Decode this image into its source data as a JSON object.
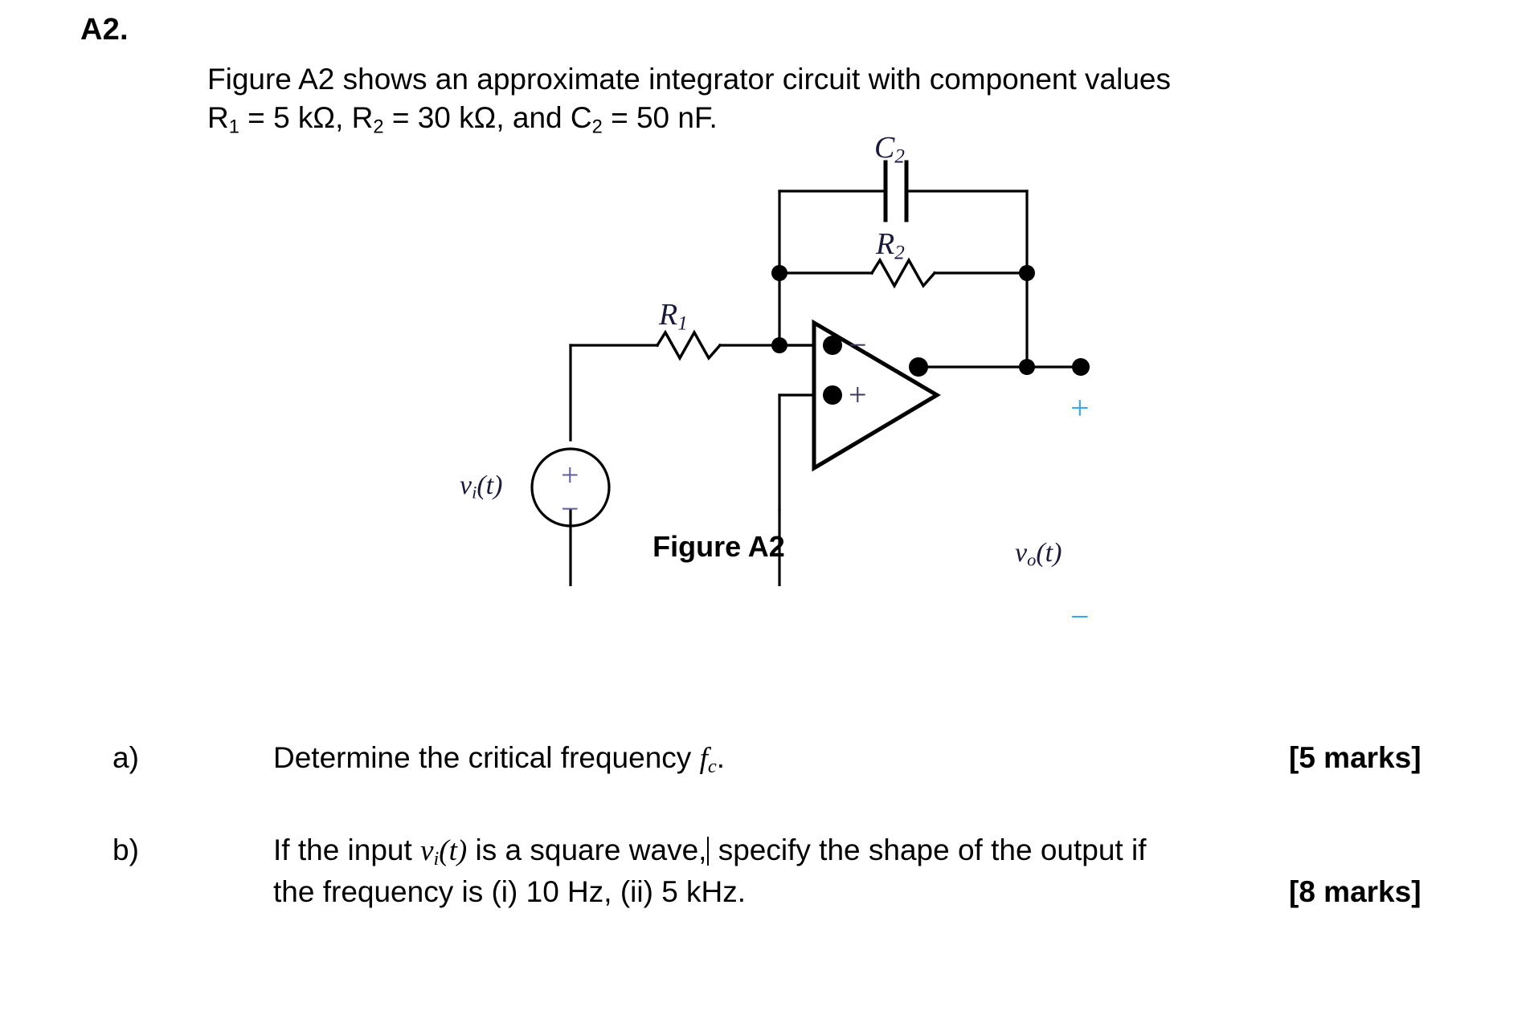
{
  "question": {
    "number": "A2.",
    "intro_line1": "Figure A2 shows an approximate integrator circuit with component values",
    "intro_line2_pre": "R",
    "intro_line2": "R1 = 5 kΩ, R2 = 30 kΩ, and C2 = 50 nF.",
    "intro_segments": {
      "r1_name": "R",
      "r1_sub": "1",
      "r1_value": " = 5 kΩ, ",
      "r2_name": "R",
      "r2_sub": "2",
      "r2_value": " = 30 kΩ, and ",
      "c2_name": "C",
      "c2_sub": "2",
      "c2_value": " = 50 nF."
    }
  },
  "figure": {
    "caption": "Figure A2",
    "labels": {
      "c2": "C",
      "c2_sub": "2",
      "r2": "R",
      "r2_sub": "2",
      "r1": "R",
      "r1_sub": "1",
      "vi": "v",
      "vi_sub": "i",
      "vi_arg": "(t)",
      "vo": "v",
      "vo_sub": "o",
      "vo_arg": "(t)",
      "source_plus": "+",
      "source_minus": "−",
      "opamp_minus": "−",
      "opamp_plus": "+",
      "out_plus": "+",
      "out_minus": "−"
    },
    "colors": {
      "wire": "#000000",
      "label_ink": "#1a1a3c",
      "terminal_sign": "#3aa8ea",
      "source_sign": "#5f5fa0"
    }
  },
  "parts": [
    {
      "letter": "a)",
      "text_pre": "Determine the critical frequency ",
      "math_f": "f",
      "math_sub": "c",
      "text_post": ".",
      "marks": "[5 marks]"
    },
    {
      "letter": "b)",
      "line1_pre": "If the input ",
      "line1_math": "v",
      "line1_math_sub": "i",
      "line1_math_arg": "(t)",
      "line1_post": " is a square  wave,",
      "line1_tail": " specify the shape of the output if",
      "line2": "the frequency is (i) 10 Hz, (ii) 5 kHz.",
      "marks": "[8 marks]"
    }
  ]
}
